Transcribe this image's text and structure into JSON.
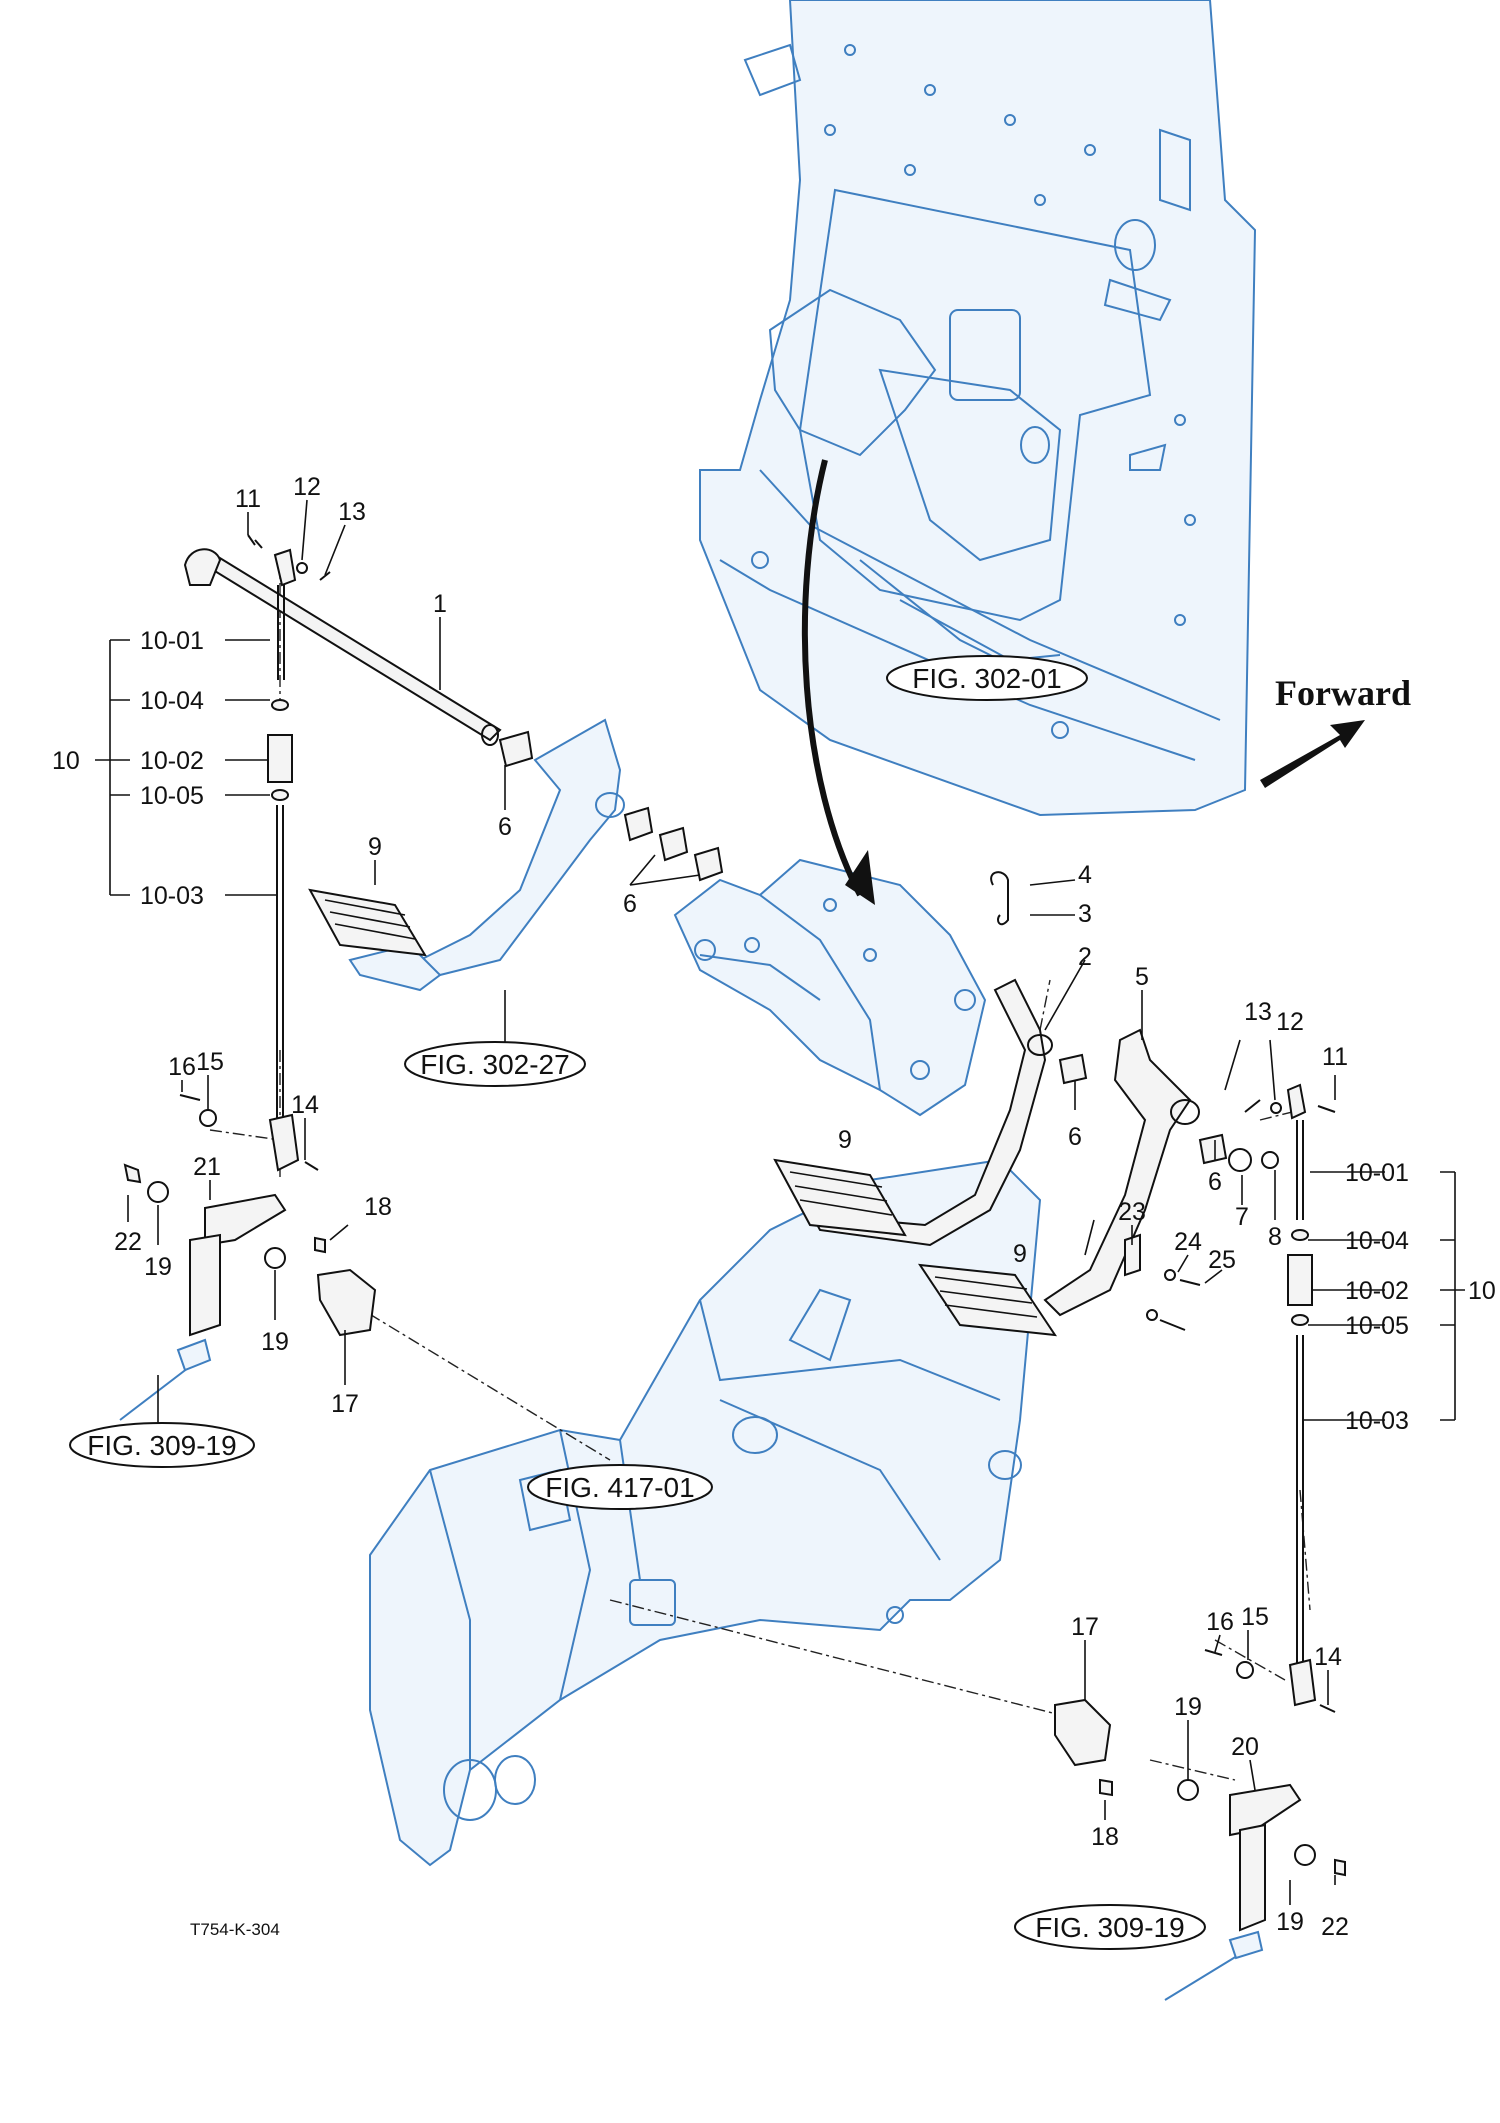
{
  "drawing_code": "T754-K-304",
  "direction_label": "Forward",
  "figure_refs": {
    "frame": "FIG. 302-01",
    "pedal": "FIG. 302-27",
    "left_rod": "FIG. 309-19",
    "housing": "FIG. 417-01",
    "right_rod": "FIG. 309-19"
  },
  "callouts": {
    "l_11": "11",
    "l_12": "12",
    "l_13": "13",
    "l_1": "1",
    "l_10_01": "10-01",
    "l_10_04": "10-04",
    "l_10_02": "10-02",
    "l_10_05": "10-05",
    "l_10_03": "10-03",
    "l_10": "10",
    "l_6a": "6",
    "l_6b": "6",
    "l_9a": "9",
    "l_16": "16",
    "l_15": "15",
    "l_14": "14",
    "l_21": "21",
    "l_22": "22",
    "l_19a": "19",
    "l_19b": "19",
    "l_18": "18",
    "l_17": "17",
    "r_4": "4",
    "r_3": "3",
    "r_2": "2",
    "r_5": "5",
    "r_6": "6",
    "r_7": "7",
    "r_8": "8",
    "r_9a": "9",
    "r_9b": "9",
    "r_23": "23",
    "r_24": "24",
    "r_25": "25",
    "r_13": "13",
    "r_12": "12",
    "r_11": "11",
    "r_10_01": "10-01",
    "r_10_04": "10-04",
    "r_10_02": "10-02",
    "r_10_05": "10-05",
    "r_10_03": "10-03",
    "r_10": "10",
    "r_16": "16",
    "r_15": "15",
    "r_14": "14",
    "r_17": "17",
    "r_19a": "19",
    "r_18": "18",
    "r_20": "20",
    "r_19b": "19",
    "r_22": "22"
  }
}
